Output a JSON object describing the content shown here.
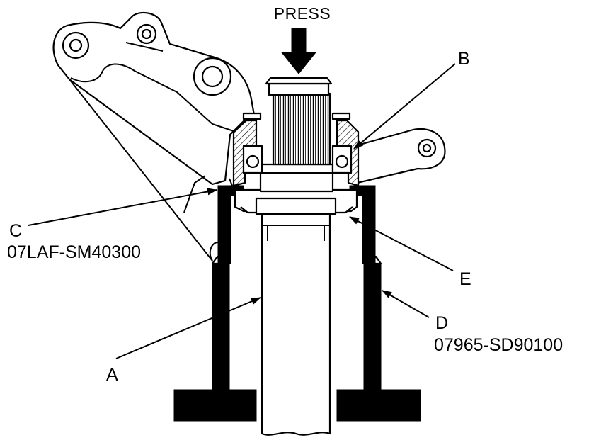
{
  "press_label": "PRESS",
  "callouts": {
    "a": {
      "letter": "A"
    },
    "b": {
      "letter": "B"
    },
    "c": {
      "letter": "C",
      "part_number": "07LAF-SM40300"
    },
    "d": {
      "letter": "D",
      "part_number": "07965-SD90100"
    },
    "e": {
      "letter": "E"
    }
  },
  "colors": {
    "ink": "#000000",
    "paper": "#ffffff"
  }
}
